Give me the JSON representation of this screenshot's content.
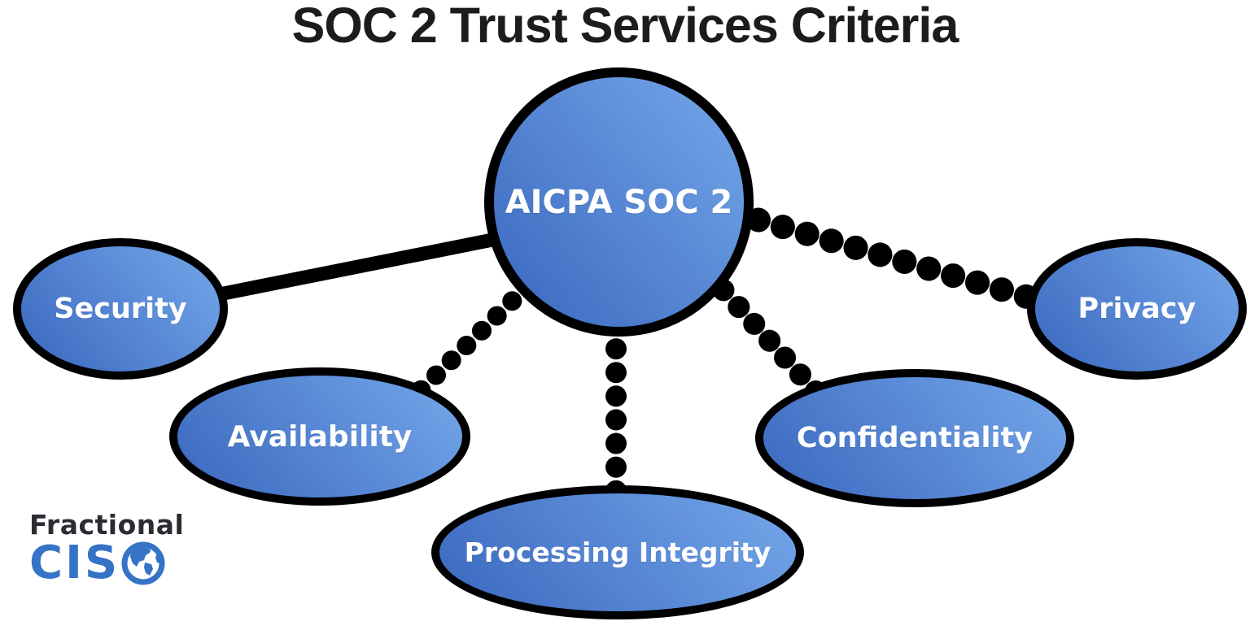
{
  "title": "SOC 2 Trust Services Criteria",
  "diagram": {
    "type": "hub-and-spoke",
    "center": {
      "id": "aicpa-soc2",
      "label": "AICPA SOC 2"
    },
    "criteria": [
      {
        "id": "security",
        "label": "Security",
        "connector_style": "solid"
      },
      {
        "id": "availability",
        "label": "Availability",
        "connector_style": "dotted"
      },
      {
        "id": "processing-integrity",
        "label": "Processing Integrity",
        "connector_style": "dotted"
      },
      {
        "id": "confidentiality",
        "label": "Confidentiality",
        "connector_style": "dotted"
      },
      {
        "id": "privacy",
        "label": "Privacy",
        "connector_style": "dotted"
      }
    ]
  },
  "logo": {
    "line1": "Fractional",
    "line2_text": "CIS",
    "globe_icon": "globe-icon"
  },
  "colors": {
    "node_gradient_start": "#3A67BE",
    "node_gradient_end": "#74A7EA",
    "node_outline": "#000000",
    "node_text": "#FFFFFF",
    "title_text": "#1C1C1C",
    "logo_text_dark": "#2B2B33",
    "logo_text_blue": "#3473C6",
    "background": "#FFFFFF"
  }
}
